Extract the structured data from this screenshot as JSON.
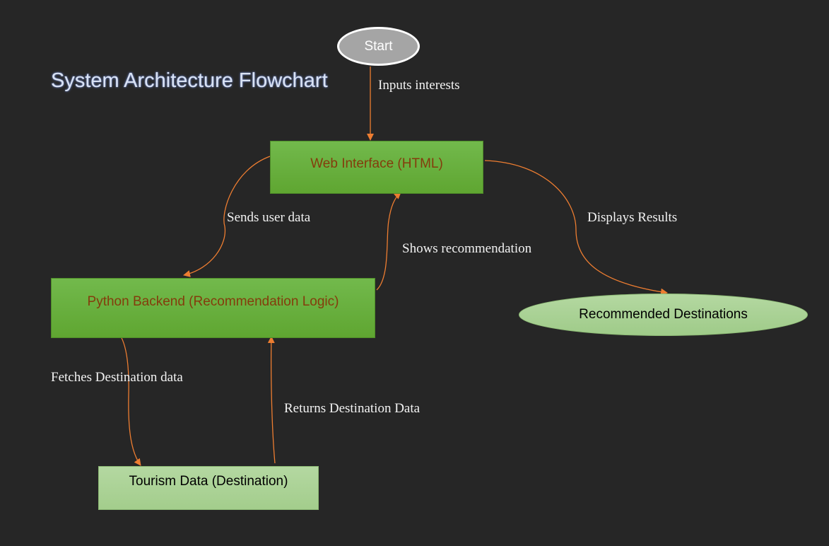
{
  "title": "System Architecture Flowchart",
  "nodes": {
    "start": "Start",
    "web_interface": "Web Interface (HTML)",
    "python_backend": "Python Backend (Recommendation Logic)",
    "tourism_data": "Tourism Data (Destination)",
    "recommended": "Recommended Destinations"
  },
  "edges": {
    "inputs_interests": "Inputs interests",
    "sends_user_data": "Sends user data",
    "shows_recommendation": "Shows recommendation",
    "displays_results": "Displays Results",
    "fetches_destination_data": "Fetches Destination data",
    "returns_destination_data": "Returns Destination Data"
  },
  "colors": {
    "background": "#262626",
    "connector": "#ed7d31",
    "process_fill": "#70ad47",
    "process_text": "#843c0c",
    "light_fill": "#a9d18e",
    "start_fill": "#a5a5a5"
  }
}
